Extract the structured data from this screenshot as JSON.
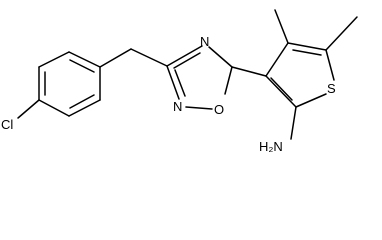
{
  "molecule": {
    "atoms": {
      "cl": "Cl",
      "n_oxadiazole_top": "N",
      "o_oxadiazole": "O",
      "n_oxadiazole_left": "N",
      "s_thiophene": "S",
      "amine": "H₂N"
    }
  }
}
